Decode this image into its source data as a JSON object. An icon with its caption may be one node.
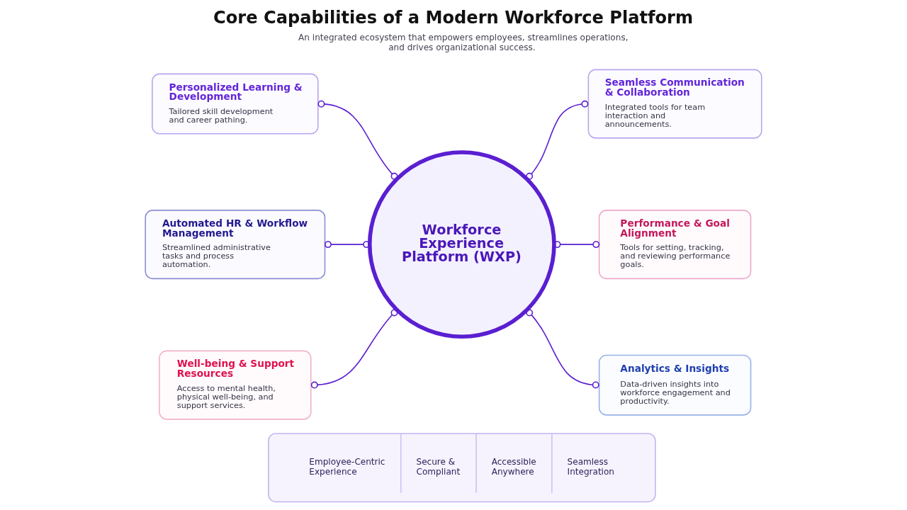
{
  "diagram": {
    "title": "Core Capabilities of a Modern Workforce Platform",
    "nodes": [
      {
        "text": [
          "Personalized Learning & Development",
          "Tailored skill development and career pathing."
        ]
      },
      {
        "text": [
          "Seamless Communication & Collaboration",
          "Integrated tools for team interaction and announcements."
        ]
      },
      {
        "text": [
          "Automated HR & Workflow Management",
          "Streamlined administrative tasks and process automation."
        ]
      },
      {
        "text": [
          "Workforce Experience Platform (WXP)"
        ]
      },
      {
        "text": [
          "Performance & Goal Alignment",
          "Tools for setting, tracking, and reviewing performance goals."
        ]
      },
      {
        "text": [
          "Well-being & Support Resources",
          "Access to mental health, physical well-being, and support services."
        ]
      },
      {
        "text": [
          "Analytics & Insights",
          "Data-driven insights into workforce engagement and productivity."
        ]
      },
      {
        "text": [
          "Employee-Centric Experience",
          "Secure & Compliant",
          "Accessible Anywhere",
          "Seamless Integration"
        ]
      }
    ],
    "edges": [
      {
        "from": 0,
        "to": 3,
        "arrow": "other"
      },
      {
        "from": 3,
        "to": 1,
        "arrow": "other"
      },
      {
        "from": 2,
        "to": 3,
        "arrow": "other"
      },
      {
        "from": 3,
        "to": 4,
        "arrow": "other"
      },
      {
        "from": 5,
        "to": 3,
        "arrow": "other"
      },
      {
        "from": 3,
        "to": 6,
        "arrow": "other"
      }
    ],
    "labels": [
      "An integrated ecosystem that empowers employees, streamlines operations, and drives organizational success."
    ]
  }
}
